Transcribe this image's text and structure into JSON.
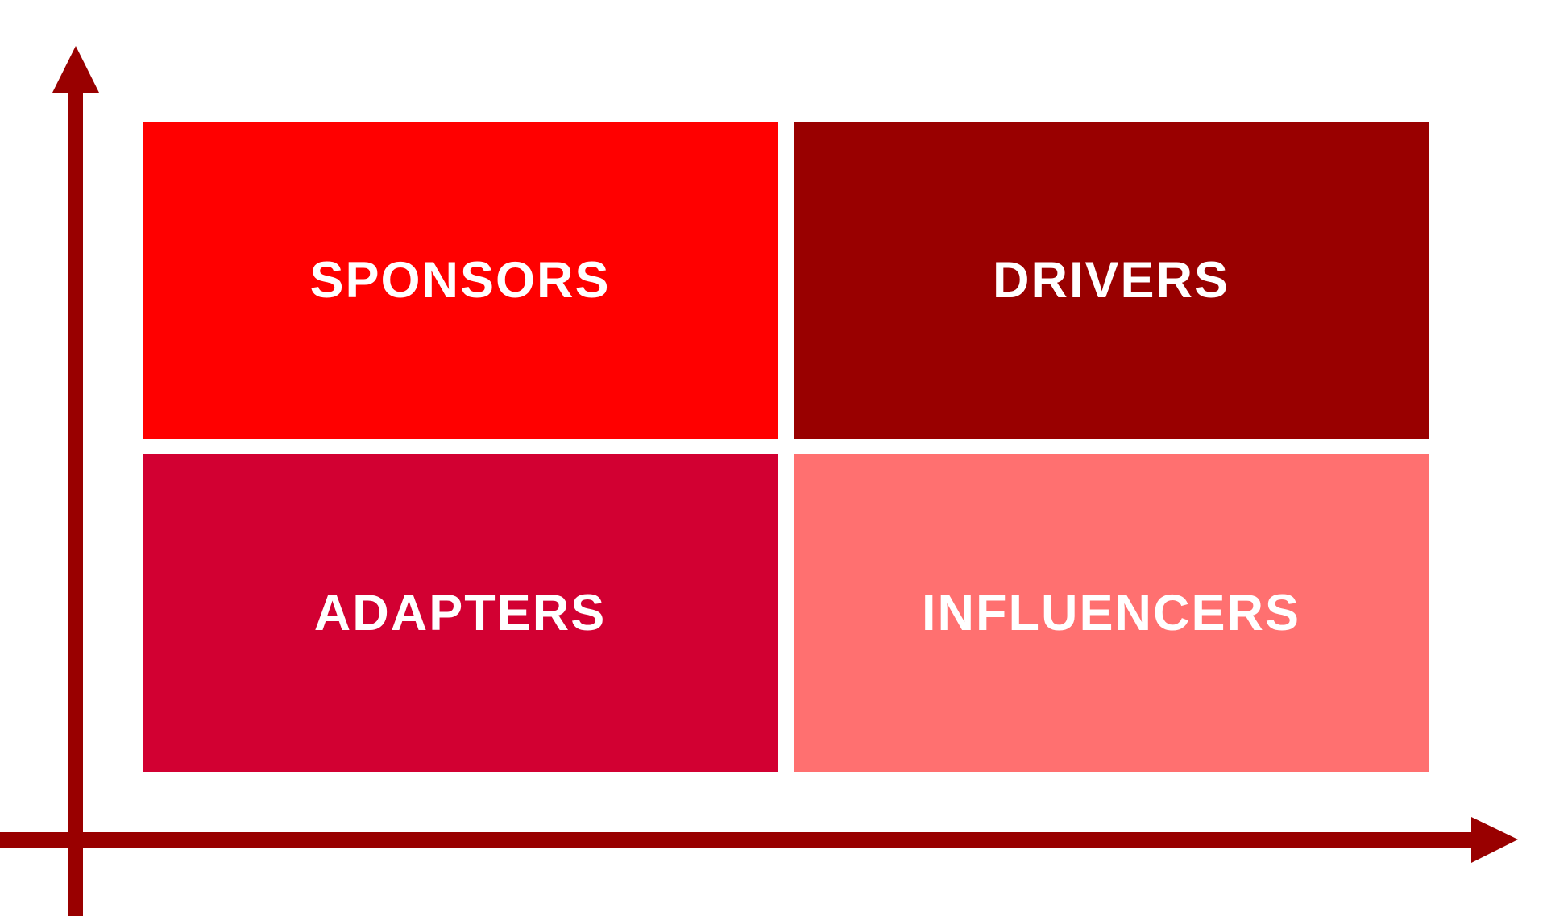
{
  "colors": {
    "axis": "#990000",
    "background": "#ffffff",
    "label_text": "#ffffff"
  },
  "quadrants": {
    "top_left": {
      "label": "SPONSORS",
      "color": "#ff0000"
    },
    "top_right": {
      "label": "DRIVERS",
      "color": "#990000"
    },
    "bottom_left": {
      "label": "ADAPTERS",
      "color": "#d20032"
    },
    "bottom_right": {
      "label": "INFLUENCERS",
      "color": "#ff7070"
    }
  },
  "axes": {
    "x_label": "",
    "y_label": ""
  }
}
